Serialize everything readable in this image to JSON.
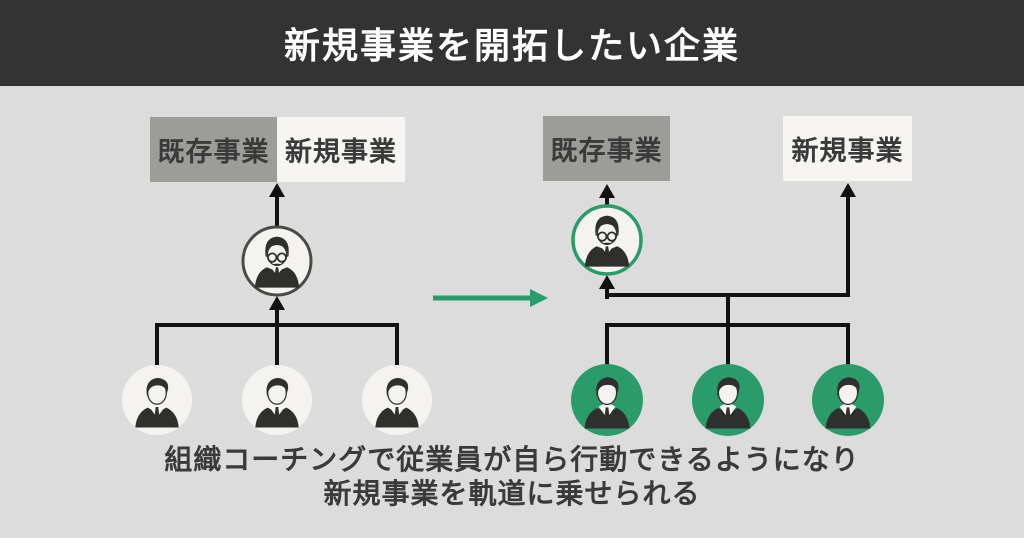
{
  "header": {
    "title": "新規事業を開拓したい企業"
  },
  "before_org": {
    "existing_business_label": "既存事業",
    "new_business_label": "新規事業"
  },
  "after_org": {
    "existing_business_label": "既存事業",
    "new_business_label": "新規事業"
  },
  "caption": {
    "line1": "組織コーチングで従業員が自ら行動できるようになり",
    "line2": "新規事業を軌道に乗せられる"
  },
  "icons": {
    "manager": "manager-with-glasses-icon",
    "employee": "employee-icon",
    "transform": "green-right-arrow-icon"
  },
  "colors": {
    "header_bg": "#333333",
    "canvas_bg": "#dcdcdc",
    "accent_green": "#2a9b6b",
    "box_gray": "#9c9c98",
    "box_offwhite": "#f6f5f1",
    "line_black": "#111111",
    "text_dark": "#3a3a3a",
    "header_text": "#ffffff",
    "avatar_bg": "#f4f3ef",
    "manager_border_gray": "#4a4a46"
  }
}
